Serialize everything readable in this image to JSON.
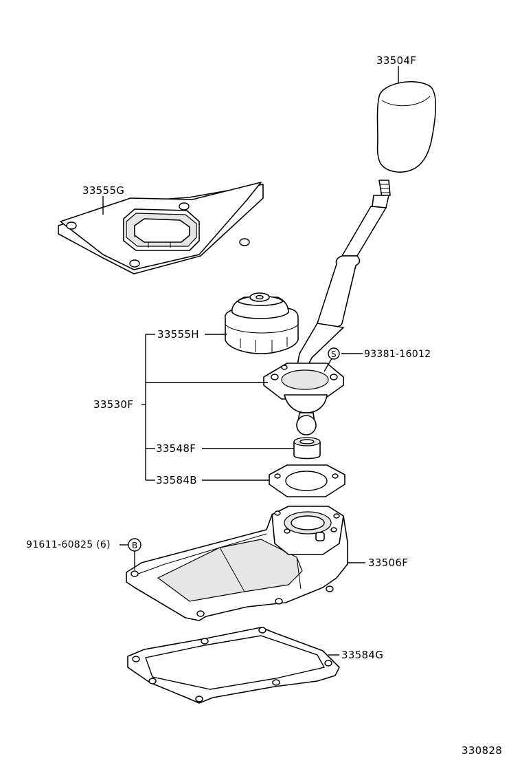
{
  "labels": {
    "knob": "33504F",
    "boot_plate": "33555G",
    "boot": "33555H",
    "screw": "93381-16012",
    "lever_assy": "33530F",
    "bushing": "33548F",
    "gasket_small": "33584B",
    "bolt": "91611-60825 (6)",
    "retainer": "33506F",
    "gasket_large": "33584G",
    "diagram_no": "330828"
  },
  "symbols": {
    "screw_symbol": "S",
    "bolt_symbol": "B"
  }
}
